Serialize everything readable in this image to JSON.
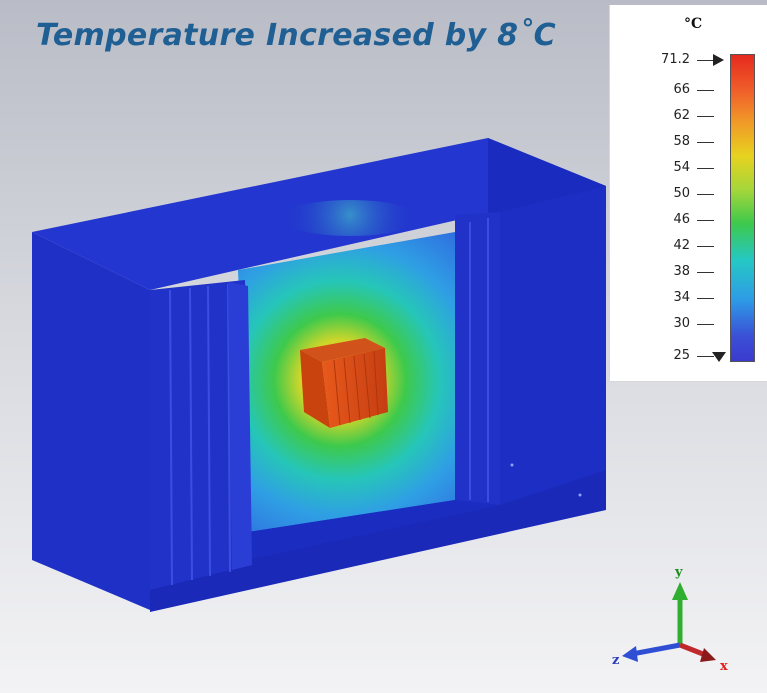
{
  "title": "Temperature Increased by 8˚C",
  "legend": {
    "unit": "°C",
    "max_value": "71.2",
    "min_value": "25",
    "ticks": [
      "66",
      "62",
      "58",
      "54",
      "50",
      "46",
      "42",
      "38",
      "34",
      "30"
    ],
    "colors": {
      "max": "#e62a1e",
      "high": "#f09a28",
      "mid_high": "#e7d21f",
      "mid": "#3ec94c",
      "mid_low": "#25c8c4",
      "low": "#3b4fd6"
    }
  },
  "axes": {
    "x": "x",
    "y": "y",
    "z": "z"
  },
  "colors": {
    "enclosure": "#1d2fc9",
    "heat_source": "#d84a16",
    "title": "#1f5f93"
  }
}
